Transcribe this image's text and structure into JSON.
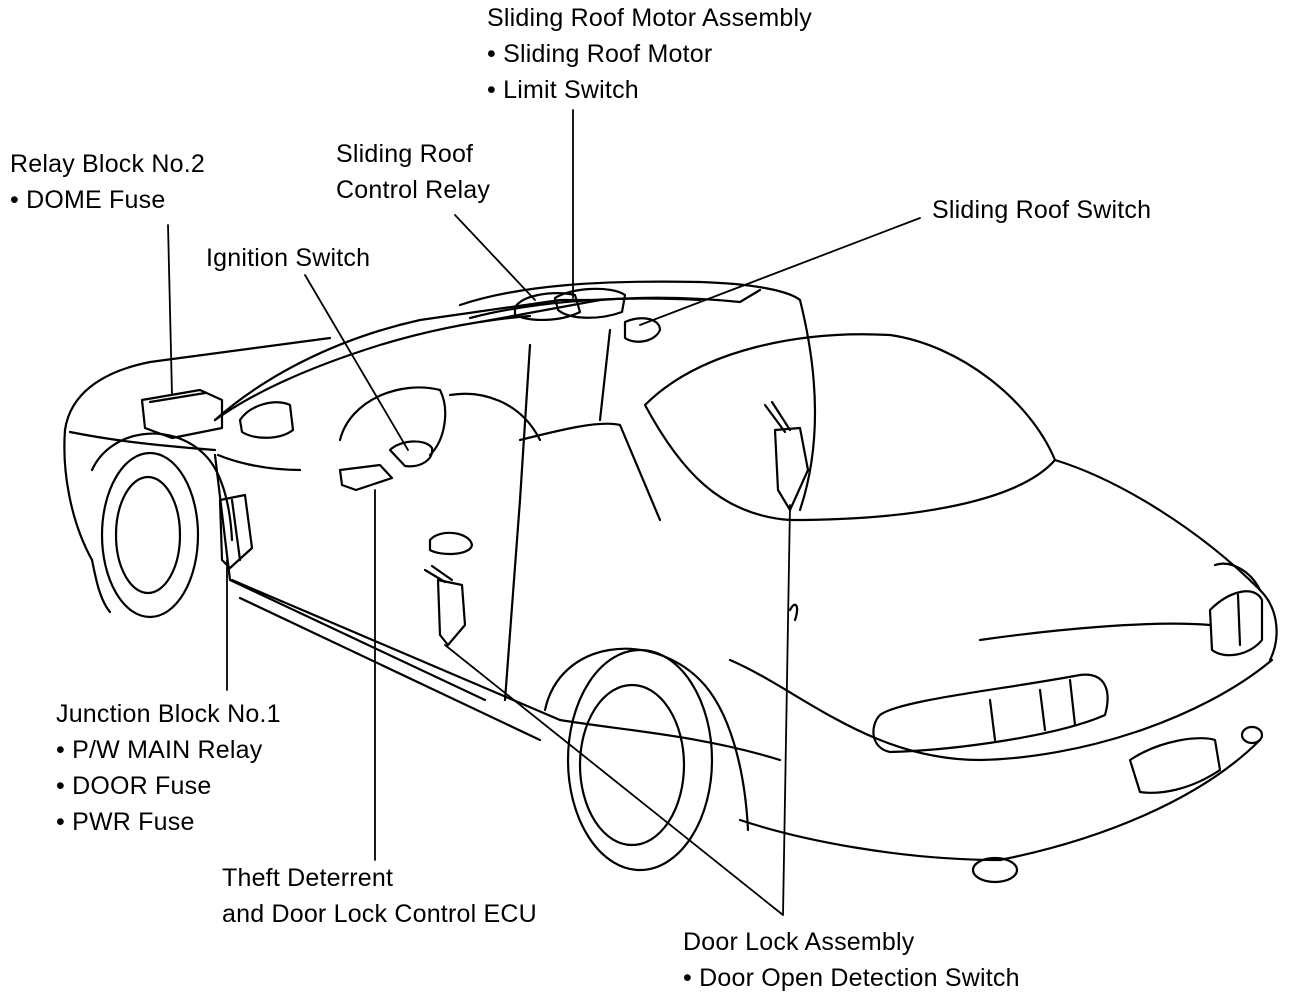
{
  "labels": {
    "sliding_roof_motor": {
      "title": "Sliding Roof Motor Assembly",
      "items": [
        "Sliding Roof Motor",
        "Limit Switch"
      ]
    },
    "relay_block": {
      "title": "Relay Block No.2",
      "items": [
        "DOME Fuse"
      ]
    },
    "sliding_roof_relay": {
      "lines": [
        "Sliding Roof",
        "Control Relay"
      ]
    },
    "sliding_roof_switch": {
      "title": "Sliding Roof Switch"
    },
    "ignition_switch": {
      "title": "Ignition Switch"
    },
    "junction_block": {
      "title": "Junction Block No.1",
      "items": [
        "P/W MAIN Relay",
        "DOOR Fuse",
        "PWR Fuse"
      ]
    },
    "theft_ecu": {
      "lines": [
        "Theft Deterrent",
        "and Door Lock Control ECU"
      ]
    },
    "door_lock": {
      "title": "Door Lock Assembly",
      "items": [
        "Door Open Detection Switch"
      ]
    }
  }
}
